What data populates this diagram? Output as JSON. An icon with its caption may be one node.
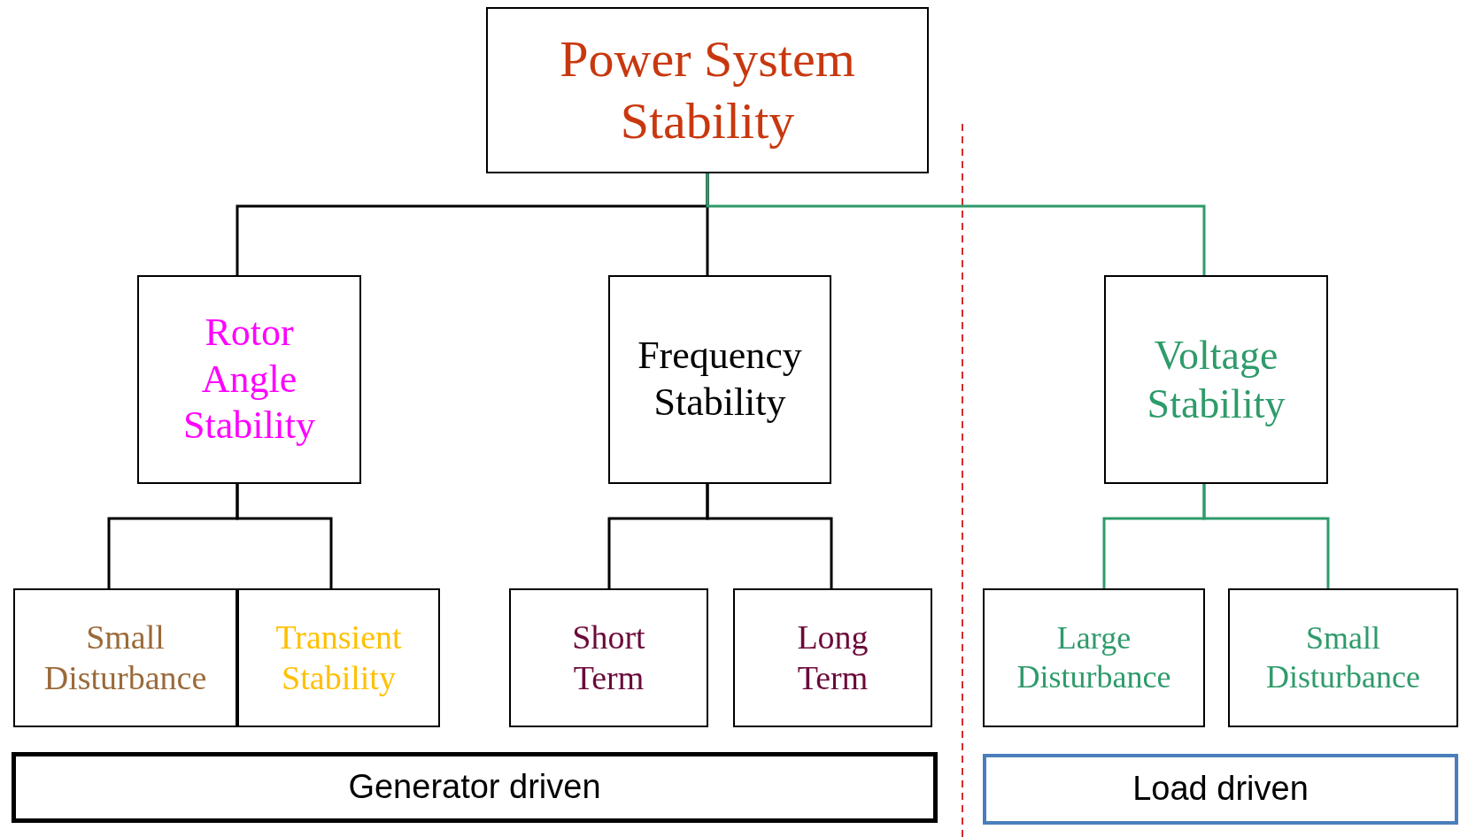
{
  "diagram": {
    "nodes": [
      {
        "text": [
          "Power System Stability"
        ]
      },
      {
        "text": [
          "Rotor Angle Stability"
        ]
      },
      {
        "text": [
          "Frequency Stability"
        ]
      },
      {
        "text": [
          "Voltage Stability"
        ]
      },
      {
        "text": [
          "Small Disturbance"
        ]
      },
      {
        "text": [
          "Transient Stability"
        ]
      },
      {
        "text": [
          "Short Term"
        ]
      },
      {
        "text": [
          "Long Term"
        ]
      },
      {
        "text": [
          "Large Disturbance"
        ]
      },
      {
        "text": [
          "Small Disturbance"
        ]
      },
      {
        "text": [
          "Generator driven"
        ]
      },
      {
        "text": [
          "Load driven"
        ]
      }
    ],
    "edges": [
      {
        "from": 0,
        "to": 1,
        "arrow": "none"
      },
      {
        "from": 0,
        "to": 2,
        "arrow": "none"
      },
      {
        "from": 0,
        "to": 3,
        "arrow": "none",
        "color": "#2e9b6a"
      },
      {
        "from": 1,
        "to": 4,
        "arrow": "none"
      },
      {
        "from": 1,
        "to": 5,
        "arrow": "none"
      },
      {
        "from": 2,
        "to": 6,
        "arrow": "none"
      },
      {
        "from": 2,
        "to": 7,
        "arrow": "none"
      },
      {
        "from": 3,
        "to": 8,
        "arrow": "none",
        "color": "#2e9b6a"
      },
      {
        "from": 3,
        "to": 9,
        "arrow": "none",
        "color": "#2e9b6a"
      }
    ]
  }
}
